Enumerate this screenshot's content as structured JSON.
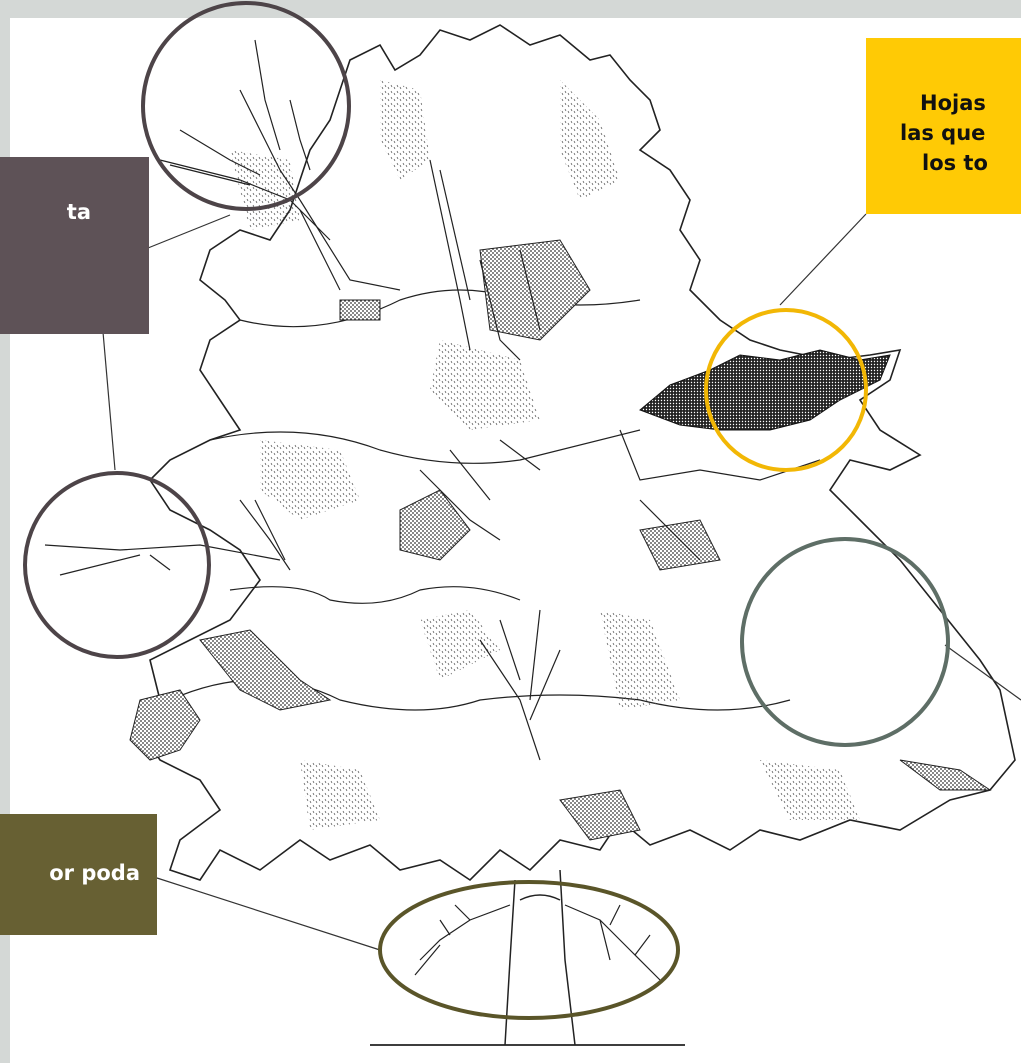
{
  "labels": {
    "top_left": "ta",
    "top_right": [
      "Hojas",
      "las que",
      "los to"
    ],
    "bottom_left": "or poda"
  },
  "colors": {
    "background": "#d4d8d6",
    "box_top_left": "#5e5257",
    "box_top_right": "#ffca05",
    "box_bottom_left": "#676033",
    "circle_dark": "#4d4448",
    "circle_yellow": "#f2b705",
    "circle_green": "#5e6e66",
    "ellipse_olive": "#5a5529"
  }
}
